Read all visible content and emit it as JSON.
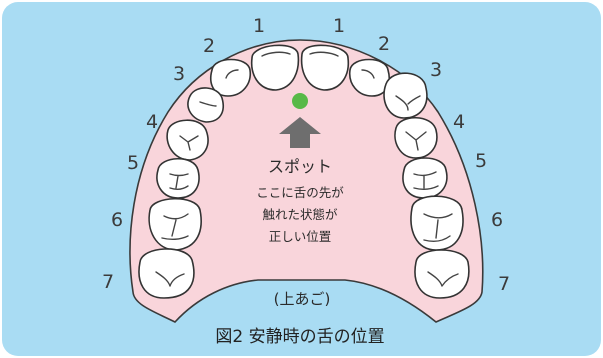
{
  "figure": {
    "caption": "図2 安静時の舌の位置",
    "palate_label": "(上あご)",
    "spot": {
      "title": "スポット",
      "description_lines": [
        "ここに舌の先が",
        "触れた状態が",
        "正しい位置"
      ]
    },
    "tooth_numbers": [
      "1",
      "2",
      "3",
      "4",
      "5",
      "6",
      "7"
    ],
    "colors": {
      "background": "#a9dcf3",
      "palate": "#f9d5db",
      "spot": "#58b947",
      "arrow": "#6e6e6e"
    }
  }
}
